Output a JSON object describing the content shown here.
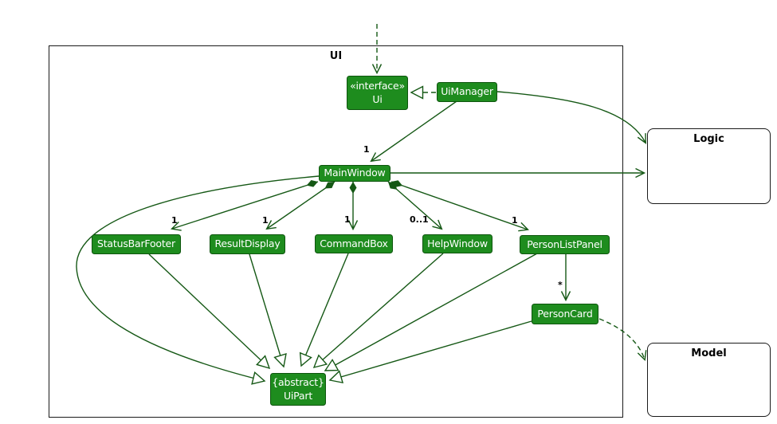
{
  "diagram": {
    "type": "uml-class-diagram",
    "frames": {
      "ui": {
        "label": "UI"
      },
      "logic": {
        "label": "Logic"
      },
      "model": {
        "label": "Model"
      }
    },
    "nodes": {
      "ui": {
        "stereotype": "«interface»",
        "name": "Ui"
      },
      "uimanager": {
        "name": "UiManager"
      },
      "mainwindow": {
        "name": "MainWindow"
      },
      "statusbarfooter": {
        "name": "StatusBarFooter"
      },
      "resultdisplay": {
        "name": "ResultDisplay"
      },
      "commandbox": {
        "name": "CommandBox"
      },
      "helpwindow": {
        "name": "HelpWindow"
      },
      "personlistpanel": {
        "name": "PersonListPanel"
      },
      "personcard": {
        "name": "PersonCard"
      },
      "uipart": {
        "modifier": "{abstract}",
        "name": "UiPart"
      }
    },
    "multiplicities": {
      "uimanager_mainwindow": "1",
      "mainwindow_statusbarfooter": "1",
      "mainwindow_resultdisplay": "1",
      "mainwindow_commandbox": "1",
      "mainwindow_helpwindow": "0..1",
      "mainwindow_personlistpanel": "1",
      "personlistpanel_personcard": "*"
    },
    "relationships": [
      {
        "from": "(external)",
        "to": "Ui",
        "type": "dashed-dependency-arrow"
      },
      {
        "from": "UiManager",
        "to": "Ui",
        "type": "realization"
      },
      {
        "from": "UiManager",
        "to": "MainWindow",
        "type": "association",
        "multiplicity": "1"
      },
      {
        "from": "UiManager",
        "to": "Logic",
        "type": "association"
      },
      {
        "from": "MainWindow",
        "to": "Logic",
        "type": "association"
      },
      {
        "from": "MainWindow",
        "to": "StatusBarFooter",
        "type": "composition",
        "multiplicity": "1"
      },
      {
        "from": "MainWindow",
        "to": "ResultDisplay",
        "type": "composition",
        "multiplicity": "1"
      },
      {
        "from": "MainWindow",
        "to": "CommandBox",
        "type": "composition",
        "multiplicity": "1"
      },
      {
        "from": "MainWindow",
        "to": "HelpWindow",
        "type": "composition",
        "multiplicity": "0..1"
      },
      {
        "from": "MainWindow",
        "to": "PersonListPanel",
        "type": "composition",
        "multiplicity": "1"
      },
      {
        "from": "PersonListPanel",
        "to": "PersonCard",
        "type": "association",
        "multiplicity": "*"
      },
      {
        "from": "PersonCard",
        "to": "Model",
        "type": "dashed-dependency"
      },
      {
        "from": "MainWindow",
        "to": "UiPart",
        "type": "inheritance"
      },
      {
        "from": "StatusBarFooter",
        "to": "UiPart",
        "type": "inheritance"
      },
      {
        "from": "ResultDisplay",
        "to": "UiPart",
        "type": "inheritance"
      },
      {
        "from": "CommandBox",
        "to": "UiPart",
        "type": "inheritance"
      },
      {
        "from": "HelpWindow",
        "to": "UiPart",
        "type": "inheritance"
      },
      {
        "from": "PersonListPanel",
        "to": "UiPart",
        "type": "inheritance"
      },
      {
        "from": "PersonCard",
        "to": "UiPart",
        "type": "inheritance"
      }
    ],
    "colors": {
      "node_fill": "#1e8c1e",
      "node_border": "#0d550d",
      "edge": "#155815",
      "node_text": "#ffffff",
      "label_text": "#000000",
      "frame_border": "#1a1a1a",
      "background": "#ffffff"
    }
  }
}
